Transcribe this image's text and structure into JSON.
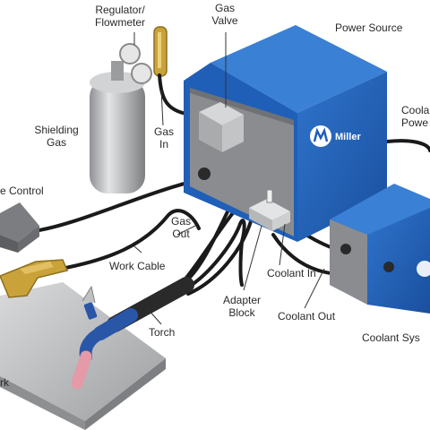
{
  "labels": {
    "regulator_line1": "Regulator/",
    "regulator_line2": "Flowmeter",
    "gas_valve_line1": "Gas",
    "gas_valve_line2": "Valve",
    "power_source": "Power Source",
    "coolant_power_line1": "Coola",
    "coolant_power_line2": "Powe",
    "shielding_gas_line1": "Shielding",
    "shielding_gas_line2": "Gas",
    "gas_in_line1": "Gas",
    "gas_in_line2": "In",
    "remote_control": "e Control",
    "gas_out_line1": "Gas",
    "gas_out_line2": "Out",
    "work_cable": "Work Cable",
    "coolant_in": "Coolant In",
    "adapter_block_line1": "Adapter",
    "adapter_block_line2": "Block",
    "coolant_out": "Coolant Out",
    "torch": "Torch",
    "coolant_system": "Coolant Sys",
    "work": "rk"
  },
  "brand": {
    "name": "Miller"
  },
  "colors": {
    "machine_blue": "#1f5fb8",
    "machine_blue_light": "#2f74cc",
    "panel_gray": "#8a8c8f",
    "cable_black": "#1a1a1a",
    "cylinder_gray": "#bfc1c3",
    "brass": "#c9a23a",
    "torch_blue": "#2a56a8",
    "torch_pink": "#e49aa7"
  }
}
